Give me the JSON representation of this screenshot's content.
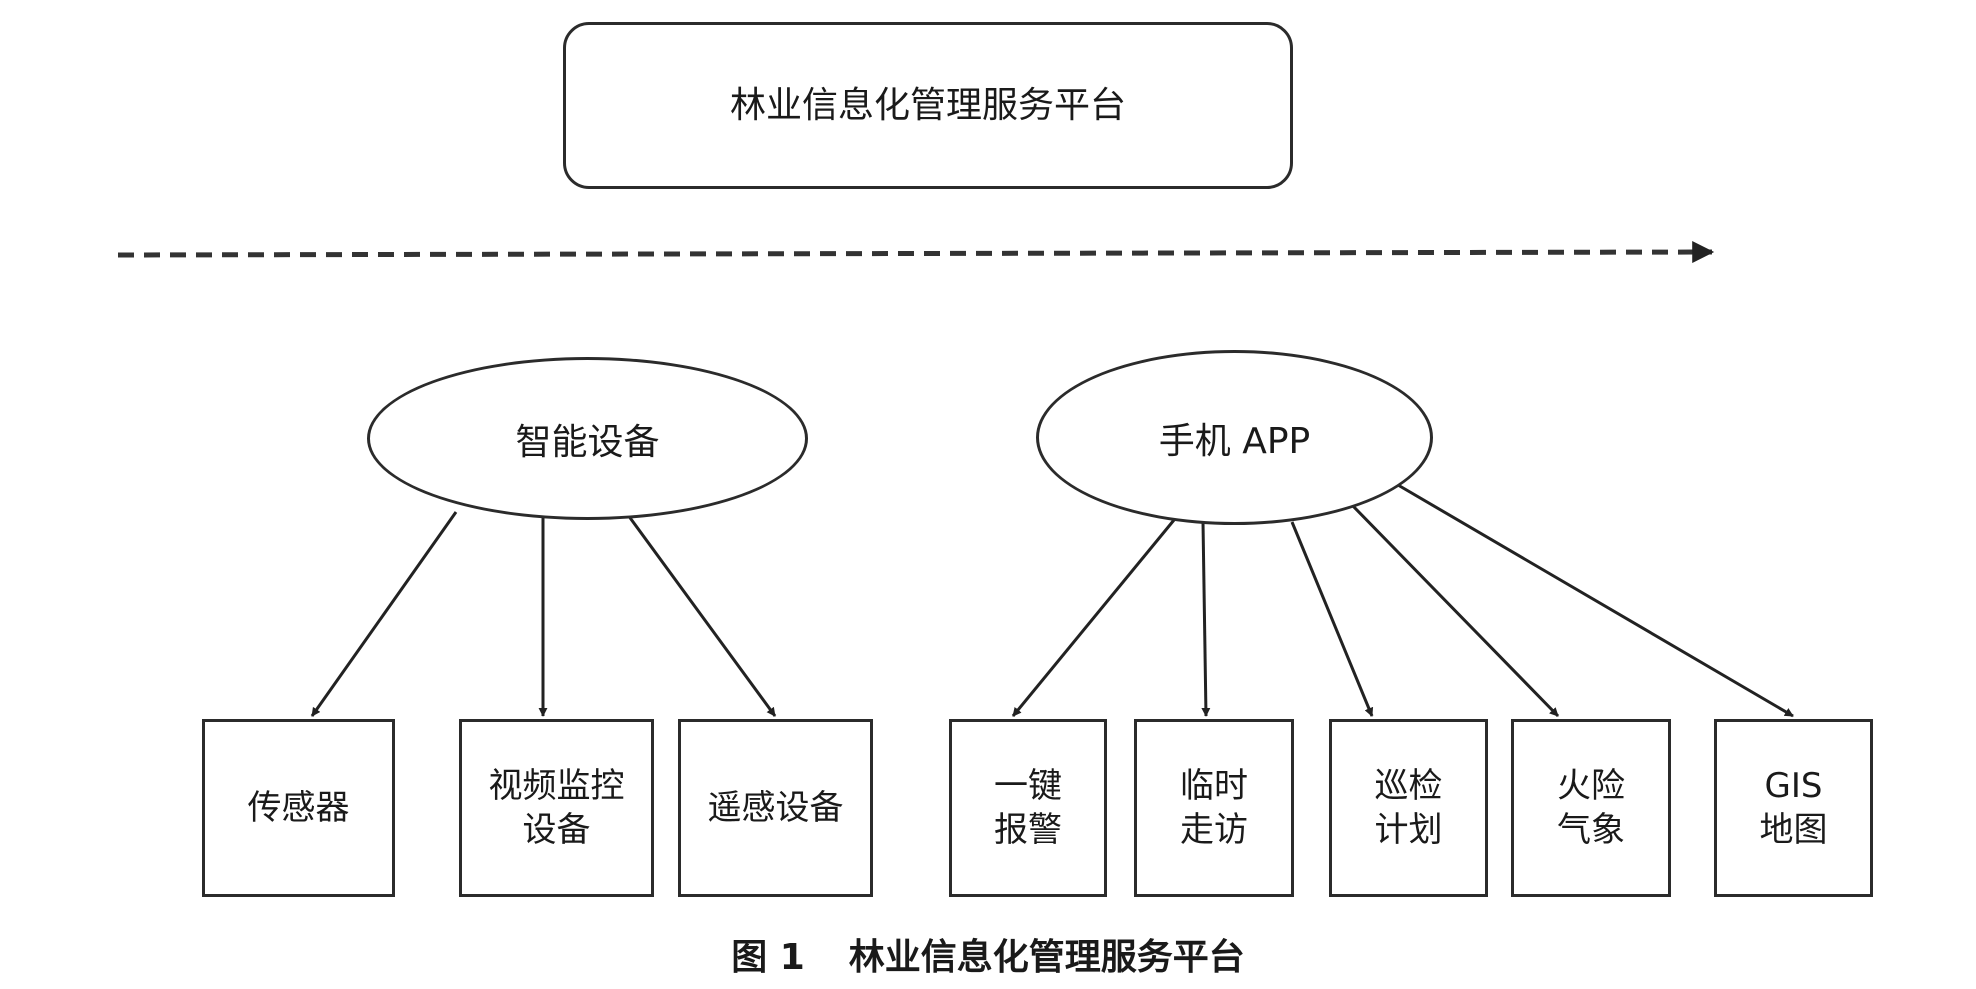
{
  "platform": {
    "title": "林业信息化管理服务平台"
  },
  "groups": [
    {
      "label": "智能设备",
      "items": [
        [
          "传感器"
        ],
        [
          "视频监控",
          "设备"
        ],
        [
          "遥感设备"
        ]
      ]
    },
    {
      "label": "手机 APP",
      "items": [
        [
          "一键",
          "报警"
        ],
        [
          "临时",
          "走访"
        ],
        [
          "巡检",
          "计划"
        ],
        [
          "火险",
          "气象"
        ],
        [
          "GIS",
          "地图"
        ]
      ]
    }
  ],
  "caption": {
    "figure": "图 1",
    "title": "林业信息化管理服务平台"
  }
}
